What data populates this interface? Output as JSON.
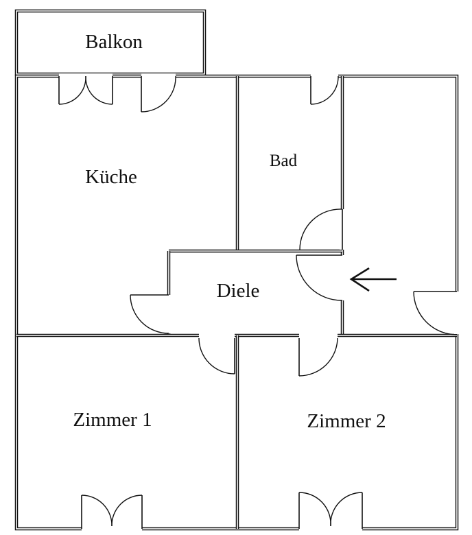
{
  "rooms": {
    "balkon": "Balkon",
    "kueche": "Küche",
    "bad": "Bad",
    "diele": "Diele",
    "zimmer1": "Zimmer 1",
    "zimmer2": "Zimmer 2"
  },
  "colors": {
    "wall": "#111111",
    "background": "#ffffff"
  },
  "icons": {
    "entrance": "arrow-left-icon"
  }
}
